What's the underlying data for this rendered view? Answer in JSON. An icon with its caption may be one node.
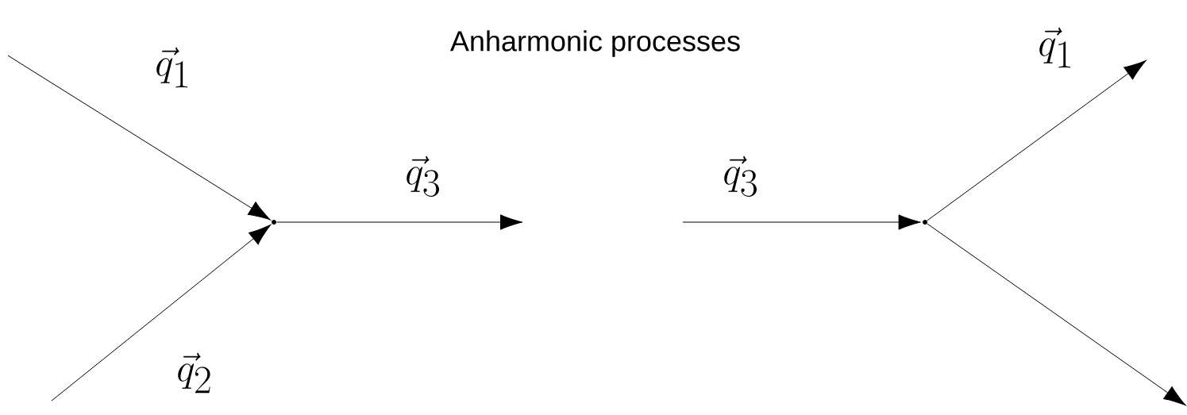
{
  "diagram": {
    "title": "Anharmonic processes",
    "nodes": [
      {
        "text": [],
        "shape": "point"
      },
      {
        "text": [],
        "shape": "point"
      }
    ],
    "edges": [
      {
        "from": null,
        "to": 0,
        "arrow": "to",
        "label": "\\vec{q}_{1}"
      },
      {
        "from": null,
        "to": 0,
        "arrow": "to",
        "label": "\\vec{q}_{2}"
      },
      {
        "from": 0,
        "to": null,
        "arrow": "to",
        "label": "\\vec{q}_{3}"
      },
      {
        "from": null,
        "to": 1,
        "arrow": "to",
        "label": "\\vec{q}_{3}"
      },
      {
        "from": 1,
        "to": null,
        "arrow": "to",
        "label": "\\vec{q}_{1}"
      },
      {
        "from": 1,
        "to": null,
        "arrow": "to"
      }
    ]
  }
}
